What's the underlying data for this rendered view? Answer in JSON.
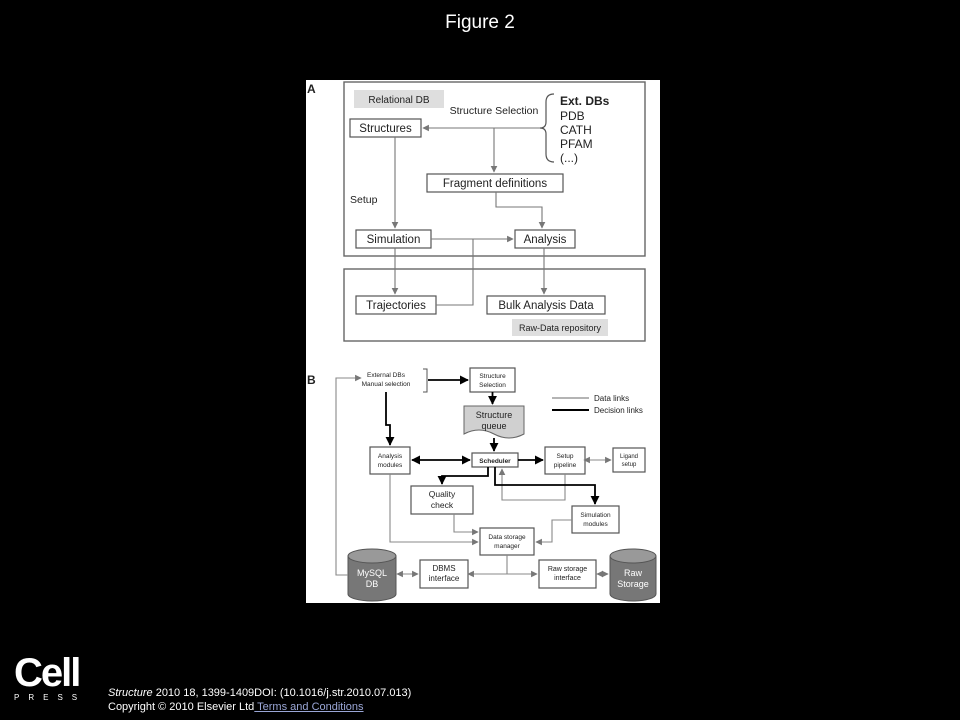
{
  "title": "Figure 2",
  "panel_a": {
    "letter": "A",
    "relational_db": "Relational DB",
    "structure_selection": "Structure  Selection",
    "ext_dbs": {
      "heading": "Ext. DBs",
      "items": [
        "PDB",
        "CATH",
        "PFAM",
        "(...)"
      ]
    },
    "structures": "Structures",
    "fragment_definitions": "Fragment definitions",
    "setup": "Setup",
    "simulation": "Simulation",
    "analysis": "Analysis",
    "trajectories": "Trajectories",
    "bulk_analysis_data": "Bulk Analysis Data",
    "raw_data_repository": "Raw-Data repository"
  },
  "panel_b": {
    "letter": "B",
    "external_dbs": [
      "External DBs",
      "Manual selection"
    ],
    "structure_selection": [
      "Structure",
      "Selection"
    ],
    "structure_queue": [
      "Structure",
      "queue"
    ],
    "legend": {
      "data_links": "Data links",
      "decision_links": "Decision links"
    },
    "analysis_modules": [
      "Analysis",
      "modules"
    ],
    "scheduler": "Scheduler",
    "setup_pipeline": [
      "Setup",
      "pipeline"
    ],
    "ligand_setup": [
      "Ligand",
      "setup"
    ],
    "quality_check": [
      "Quality",
      "check"
    ],
    "simulation_modules": [
      "Simulation",
      "modules"
    ],
    "data_storage_manager": [
      "Data storage",
      "manager"
    ],
    "mysql_db": [
      "MySQL",
      "DB"
    ],
    "dbms_interface": [
      "DBMS",
      "interface"
    ],
    "raw_storage_interface": [
      "Raw storage",
      "interface"
    ],
    "raw_storage": [
      "Raw",
      "Storage"
    ]
  },
  "logo": {
    "word": "Cell",
    "sub": "PRESS"
  },
  "footer": {
    "journal": "Structure",
    "citation": " 2010 18, 1399-1409DOI: (10.1016/j.str.2010.07.013)",
    "copyright": "Copyright © 2010 Elsevier Ltd",
    "link": " Terms and Conditions"
  }
}
